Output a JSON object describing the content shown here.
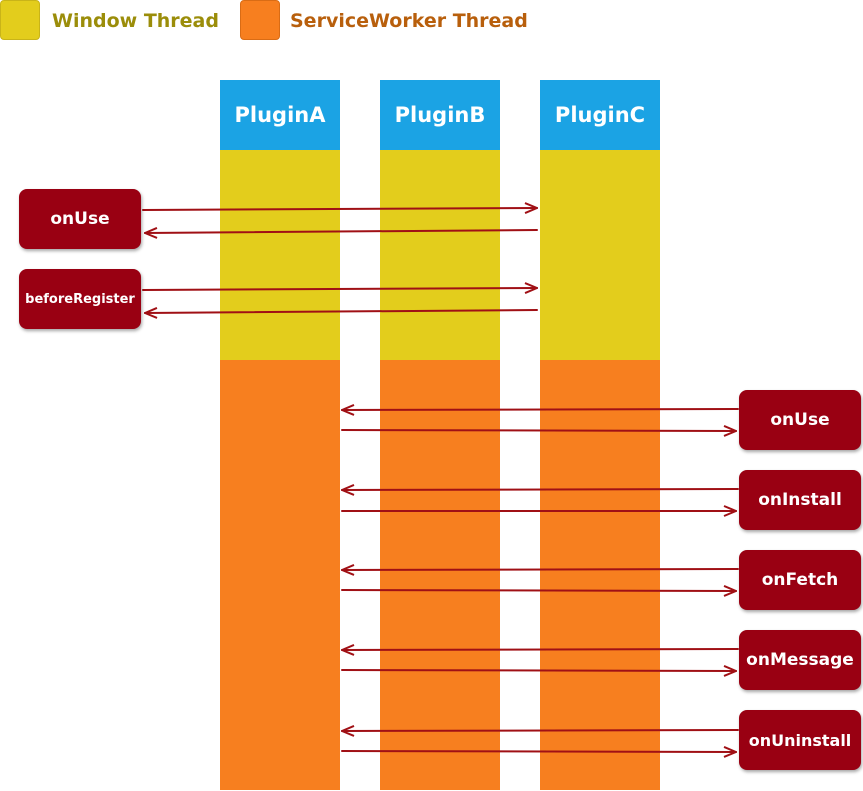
{
  "colors": {
    "window": "#e3cd1c",
    "service_worker": "#f77f1f",
    "plugin_header": "#1ba3e4",
    "hook": "#990012",
    "arrow": "#a01015"
  },
  "legend": [
    {
      "label": "Window Thread",
      "text_color": "#9b8d0a"
    },
    {
      "label": "ServiceWorker Thread",
      "text_color": "#b85f0c"
    }
  ],
  "plugins": [
    {
      "name": "PluginA"
    },
    {
      "name": "PluginB"
    },
    {
      "name": "PluginC"
    }
  ],
  "window_hooks": [
    {
      "label": "onUse"
    },
    {
      "label": "beforeRegister"
    }
  ],
  "service_worker_hooks": [
    {
      "label": "onUse"
    },
    {
      "label": "onInstall"
    },
    {
      "label": "onFetch"
    },
    {
      "label": "onMessage"
    },
    {
      "label": "onUninstall"
    }
  ]
}
